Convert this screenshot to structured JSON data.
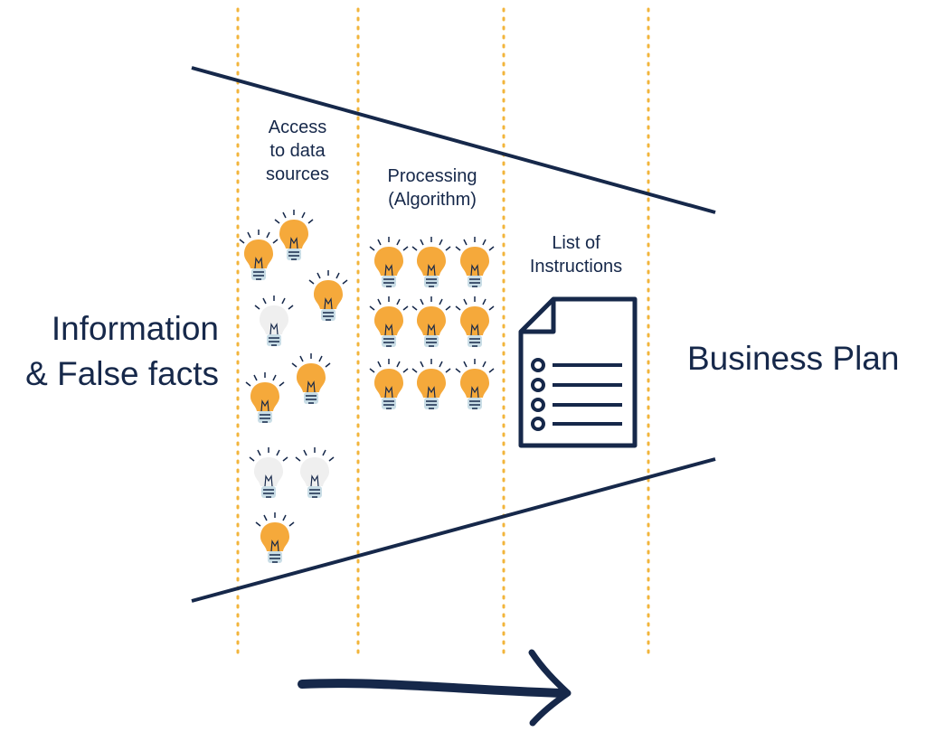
{
  "labels": {
    "input": [
      "Information",
      "& False facts"
    ],
    "output": "Business Plan",
    "stage1": [
      "Access",
      "to data",
      "sources"
    ],
    "stage2": [
      "Processing",
      "(Algorithm)"
    ],
    "stage3": [
      "List of",
      "Instructions"
    ]
  },
  "colors": {
    "ink": "#16284a",
    "divider": "#f2b53c",
    "bulb_on": "#f5a93b",
    "bulb_off": "#efefef",
    "bulb_base": "#c9dde6"
  },
  "icons": {
    "data_sources": {
      "name": "lightbulb-icon",
      "lit": 6,
      "unlit": 3
    },
    "processing": {
      "name": "lightbulb-icon",
      "lit": 9,
      "unlit": 0
    },
    "instructions": "document-list-icon",
    "flow": "arrow-right-icon"
  }
}
